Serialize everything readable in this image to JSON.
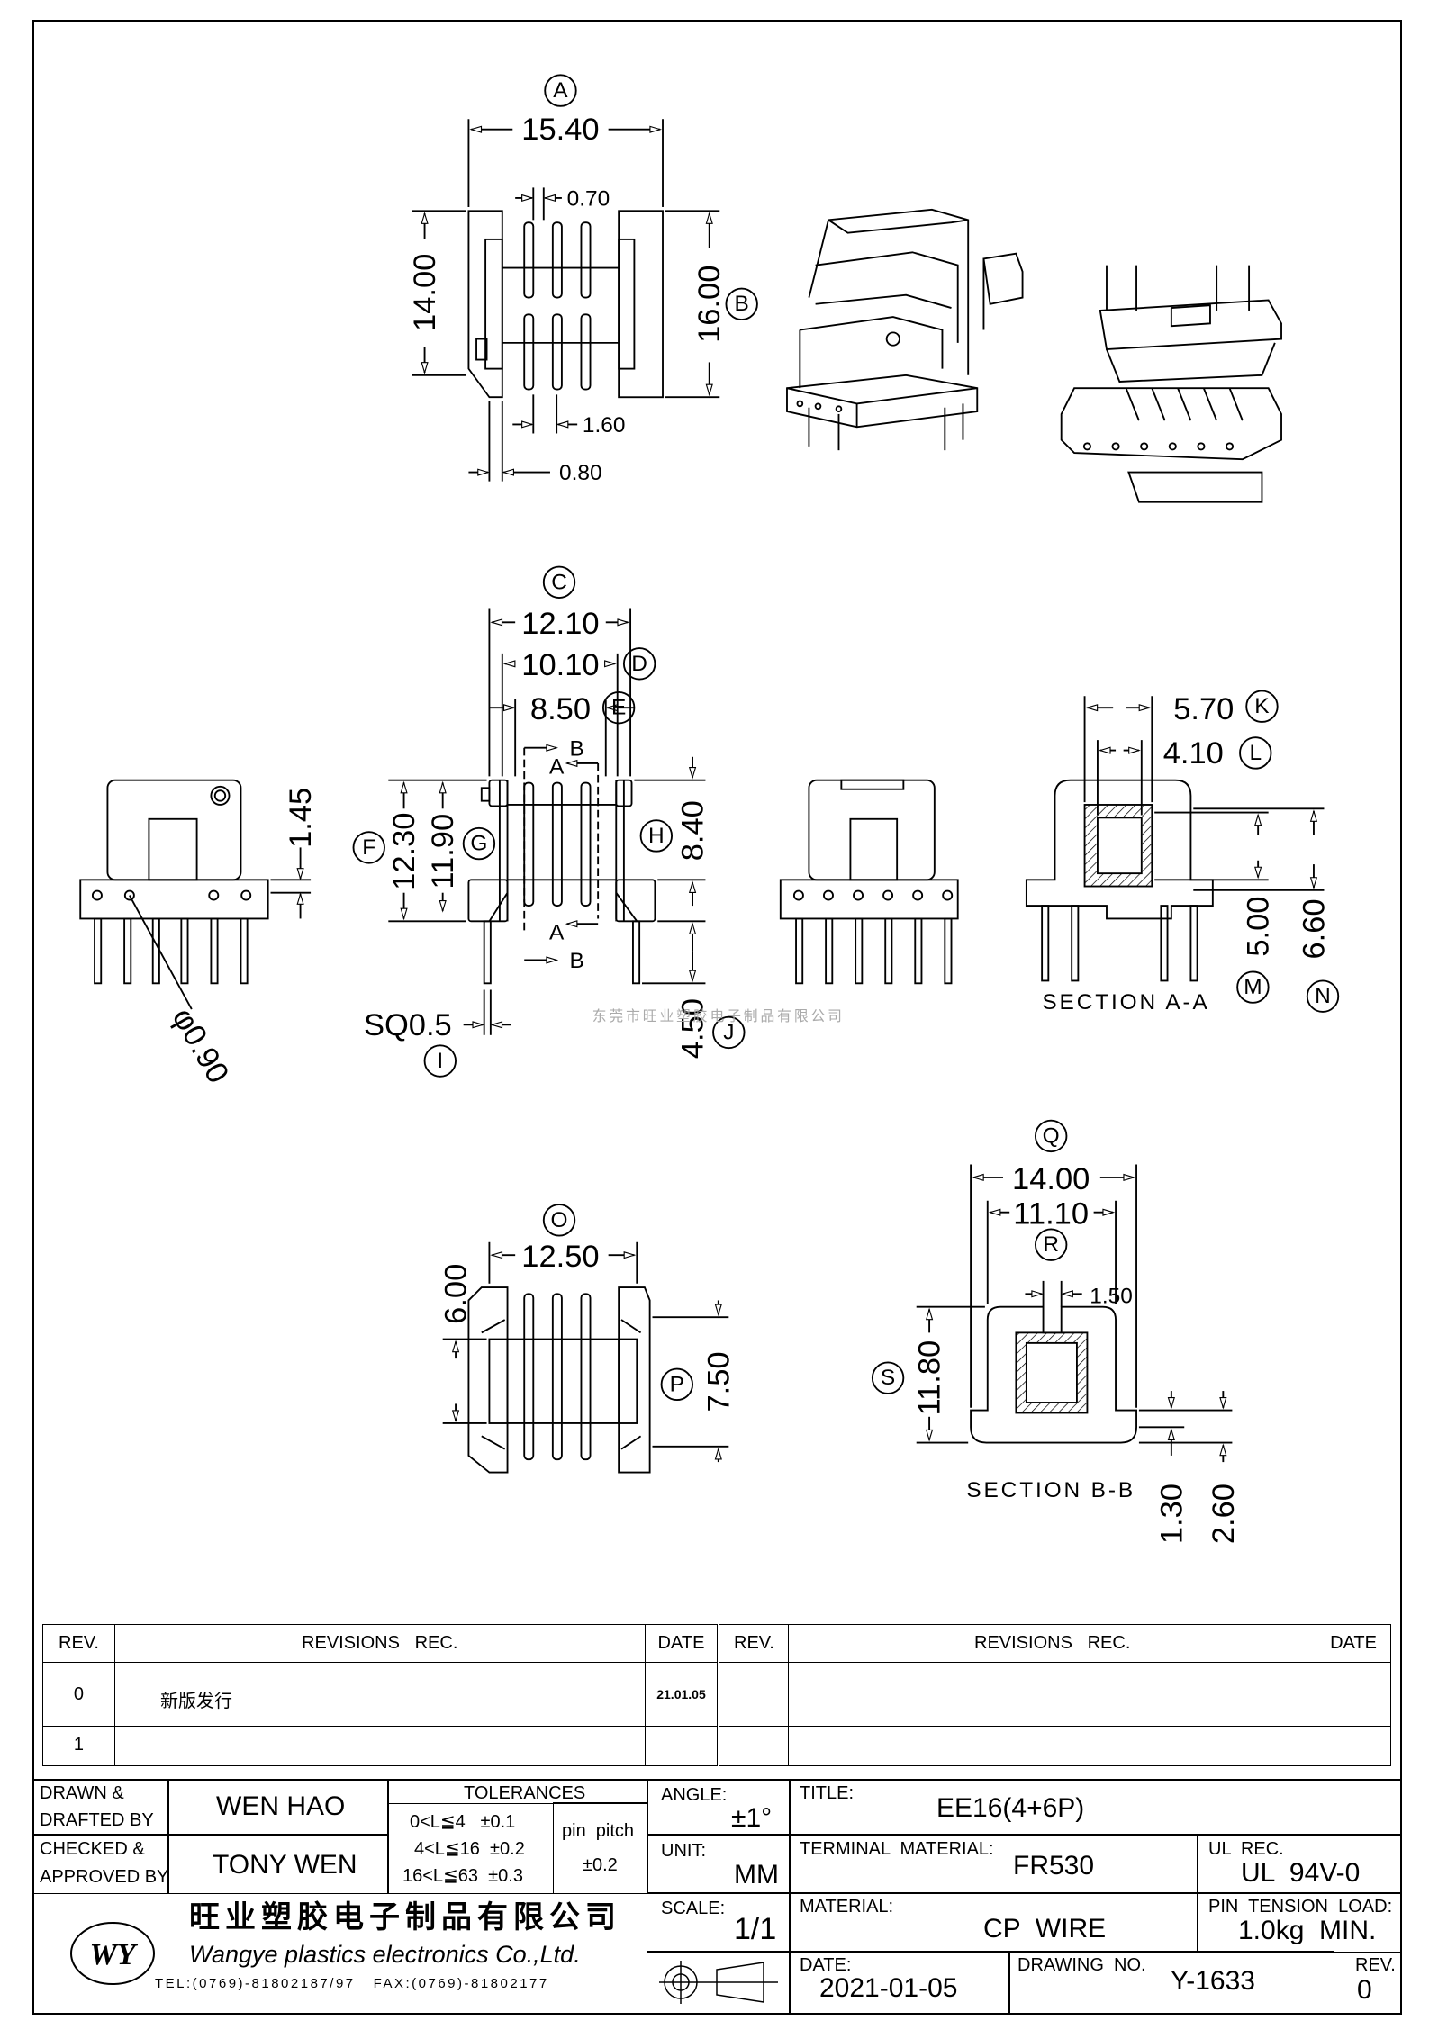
{
  "drawing": {
    "watermark": "东莞市旺业塑胶电子制品有限公司",
    "top_view": {
      "label": "A",
      "width": "15.40",
      "rib": "0.70",
      "height_left": "14.00",
      "height_right": "16.00",
      "label_b": "B",
      "gap": "1.60",
      "wall": "0.80"
    },
    "front_view": {
      "label_c": "C",
      "dim_c": "12.10",
      "label_d": "D",
      "dim_d": "10.10",
      "label_e": "E",
      "dim_e": "8.50",
      "label_f": "F",
      "dim_f": "12.30",
      "label_g": "G",
      "dim_g": "11.90",
      "label_h": "H",
      "dim_h": "8.40",
      "label_i": "I",
      "dim_i": "SQ0.5",
      "label_j": "J",
      "dim_j": "4.50",
      "section_a": "A",
      "section_b": "B"
    },
    "side_view": {
      "dim": "1.45",
      "pin_dia": "φ0.90"
    },
    "section_aa": {
      "title": "SECTION A-A",
      "label_k": "K",
      "dim_k": "5.70",
      "label_l": "L",
      "dim_l": "4.10",
      "label_m": "M",
      "dim_m": "5.00",
      "label_n": "N",
      "dim_n": "6.60"
    },
    "bottom_view": {
      "label_o": "O",
      "dim_o": "12.50",
      "dim_left": "6.00",
      "label_p": "P",
      "dim_p": "7.50"
    },
    "section_bb": {
      "title": "SECTION B-B",
      "label_q": "Q",
      "dim_q": "14.00",
      "label_r": "R",
      "dim_r": "11.10",
      "slot": "1.50",
      "label_s": "S",
      "dim_s": "11.80",
      "dim_1": "1.30",
      "dim_2": "2.60"
    }
  },
  "revisions": {
    "headers": {
      "rev": "REV.",
      "rec": "REVISIONS   REC.",
      "date": "DATE"
    },
    "rows": [
      {
        "rev": "0",
        "rec": "新版发行",
        "date": "21.01.05"
      },
      {
        "rev": "1",
        "rec": "",
        "date": ""
      },
      {
        "rev": "",
        "rec": "",
        "date": ""
      }
    ]
  },
  "title_block": {
    "drawn_label": "DRAWN &",
    "drafted_label": "DRAFTED BY",
    "drawn_by": "WEN HAO",
    "checked_label": "CHECKED &",
    "approved_label": "APPROVED BY",
    "approved_by": "TONY WEN",
    "tolerances_title": "TOLERANCES",
    "tolerances": [
      "0<L≦4   ±0.1",
      "4<L≦16  ±0.2",
      "16<L≦63  ±0.3"
    ],
    "pin_pitch_label": "pin  pitch",
    "pin_pitch_value": "±0.2",
    "angle_label": "ANGLE:",
    "angle_value": "±1°",
    "unit_label": "UNIT:",
    "unit_value": "MM",
    "scale_label": "SCALE:",
    "scale_value": "1/1",
    "company_cn": "旺业塑胶电子制品有限公司",
    "company_en": "Wangye plastics electronics Co.,Ltd.",
    "contact": "TEL:(0769)-81802187/97   FAX:(0769)-81802177",
    "logo": "WY",
    "title_label": "TITLE:",
    "title_value": "EE16(4+6P)",
    "terminal_label": "TERMINAL  MATERIAL:",
    "terminal_value": "FR530",
    "ul_label": "UL  REC.",
    "ul_value": "UL  94V-0",
    "material_label": "MATERIAL:",
    "material_value": "CP  WIRE",
    "pin_tension_label": "PIN  TENSION  LOAD:",
    "pin_tension_value": "1.0kg  MIN.",
    "date_label": "DATE:",
    "date_value": "2021-01-05",
    "drawing_no_label": "DRAWING  NO.",
    "drawing_no_value": "Y-1633",
    "rev_label": "REV.",
    "rev_value": "0"
  }
}
